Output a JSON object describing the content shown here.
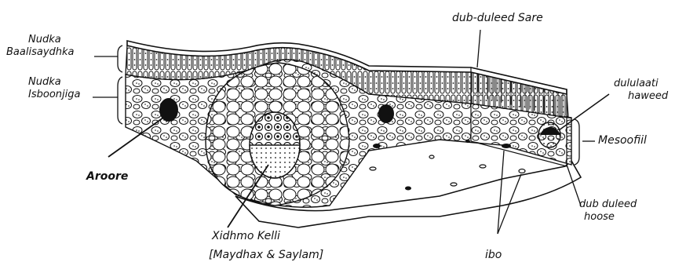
{
  "labels": {
    "palisade": [
      "Nudka",
      "Baalisaydhka"
    ],
    "spongy": [
      "Nudka",
      "Isboonjiga"
    ],
    "upper_epidermis": "dub-duleed Sare",
    "vascular_bundle": [
      "dululaati",
      "haweed"
    ],
    "mesophyll": "Mesoofiil",
    "air_space": "Aroore",
    "lower_epidermis": [
      "dub duleed",
      "hoose"
    ],
    "midrib": [
      "Xidhmo Kelli",
      "[Maydhax & Saylam]"
    ],
    "stomata": "ibo"
  }
}
